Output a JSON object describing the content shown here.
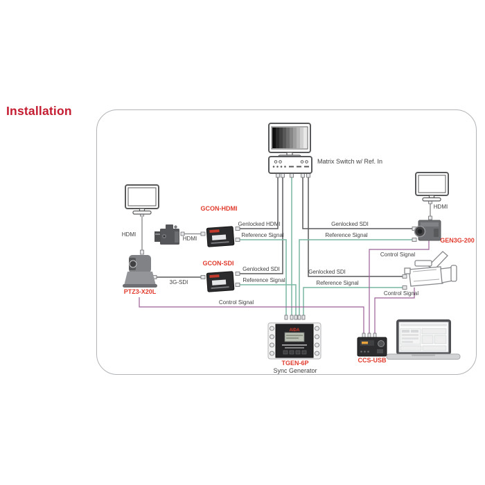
{
  "title": "Installation",
  "colors": {
    "title-red": "#c41c30",
    "label-red": "#e23b2e",
    "text-dark": "#414042",
    "panel-border": "#b1b3b6",
    "wire-dark": "#58595b",
    "wire-light": "#939598",
    "wire-ref": "#78b7a4",
    "wire-control": "#9c5f96"
  },
  "devices": {
    "matrix_switch": "Matrix Switch w/ Ref. In",
    "gcon_hdmi": "GCON-HDMI",
    "gcon_sdi": "GCON-SDI",
    "ptz": "PTZ3-X20L",
    "gen3g": "GEN3G-200",
    "tgen": "TGEN-6P",
    "tgen_sub": "Sync Generator",
    "ccs": "CCS-USB",
    "aida_logo": "AIDA"
  },
  "signals": {
    "genlocked_hdmi": "Genlocked HDMI",
    "genlocked_sdi": "Genlocked SDI",
    "reference": "Reference Signal",
    "control": "Control Signal",
    "hdmi": "HDMI",
    "sdi_3g": "3G-SDI"
  }
}
